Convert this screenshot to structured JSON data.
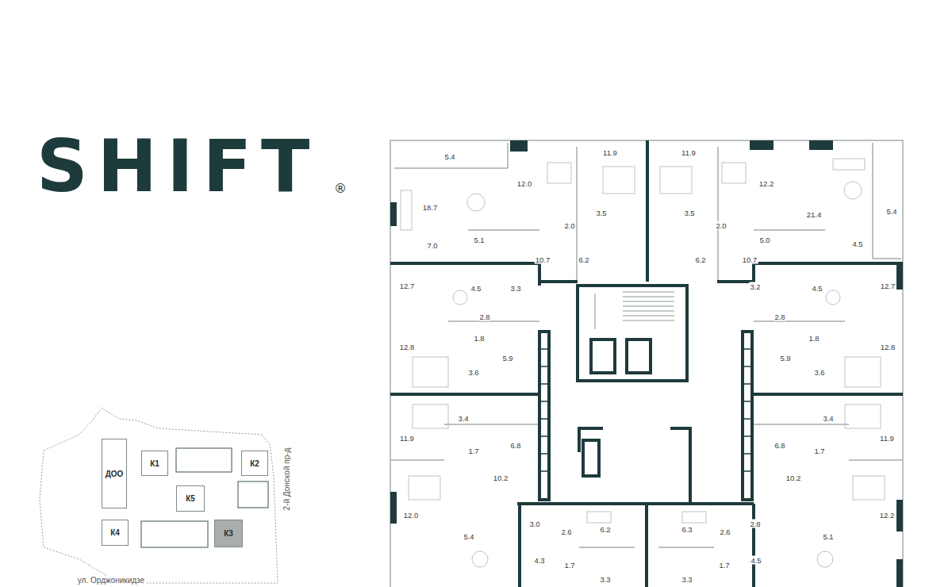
{
  "diagram": {
    "title": "SHIFT",
    "nodes": [
      {
        "text": [
          "ДОО"
        ]
      },
      {
        "text": [
          "К1"
        ]
      },
      {
        "text": [
          "К2"
        ]
      },
      {
        "text": [
          "К5"
        ]
      },
      {
        "text": [
          "К4"
        ]
      },
      {
        "text": [
          "К3"
        ]
      }
    ],
    "labels": [
      "®",
      "5.4",
      "12.0",
      "11.9",
      "11.9",
      "12.2",
      "18.7",
      "3.5",
      "3.5",
      "21.4",
      "5.4",
      "2.0",
      "2.0",
      "7.0",
      "5.1",
      "5.0",
      "4.5",
      "10.7",
      "6.2",
      "6.2",
      "10.7",
      "12.7",
      "4.5",
      "3.3",
      "2.8",
      "1.8",
      "12.8",
      "5.9",
      "3.6",
      "3.2",
      "4.5",
      "12.7",
      "2.8",
      "1.8",
      "12.8",
      "5.9",
      "3.6",
      "3.4",
      "11.9",
      "1.7",
      "6.8",
      "10.2",
      "12.0",
      "3.4",
      "6.8",
      "1.7",
      "11.9",
      "10.2",
      "12.2",
      "3.0",
      "2.6",
      "6.2",
      "6.3",
      "2.6",
      "2.8",
      "5.1",
      "5.4",
      "4.3",
      "1.7",
      "3.3",
      "3.3",
      "1.7",
      "4.5",
      "2-й Донской пр-д",
      "ул. Орджоникидзе"
    ]
  }
}
